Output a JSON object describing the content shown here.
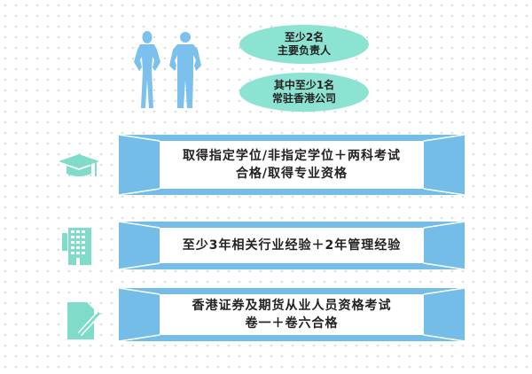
{
  "pills": [
    {
      "line1": "至少2名",
      "line2": "主要负责人"
    },
    {
      "line1": "其中至少1名",
      "line2": "常驻香港公司"
    }
  ],
  "requirements": [
    {
      "icon": "graduation-cap-icon",
      "line1": "取得指定学位/非指定学位＋两科考试",
      "line2": "合格/取得专业资格"
    },
    {
      "icon": "building-icon",
      "line1": "至少3年相关行业经验＋2年管理经验"
    },
    {
      "icon": "document-pen-icon",
      "line1": "香港证券及期货从业人员资格考试",
      "line2": "卷一＋卷六合格"
    }
  ],
  "colors": {
    "teal": "#8de3d1",
    "blue": "#74bde9",
    "icon": "#7fdcc8",
    "figure": "#7cc0ee"
  }
}
